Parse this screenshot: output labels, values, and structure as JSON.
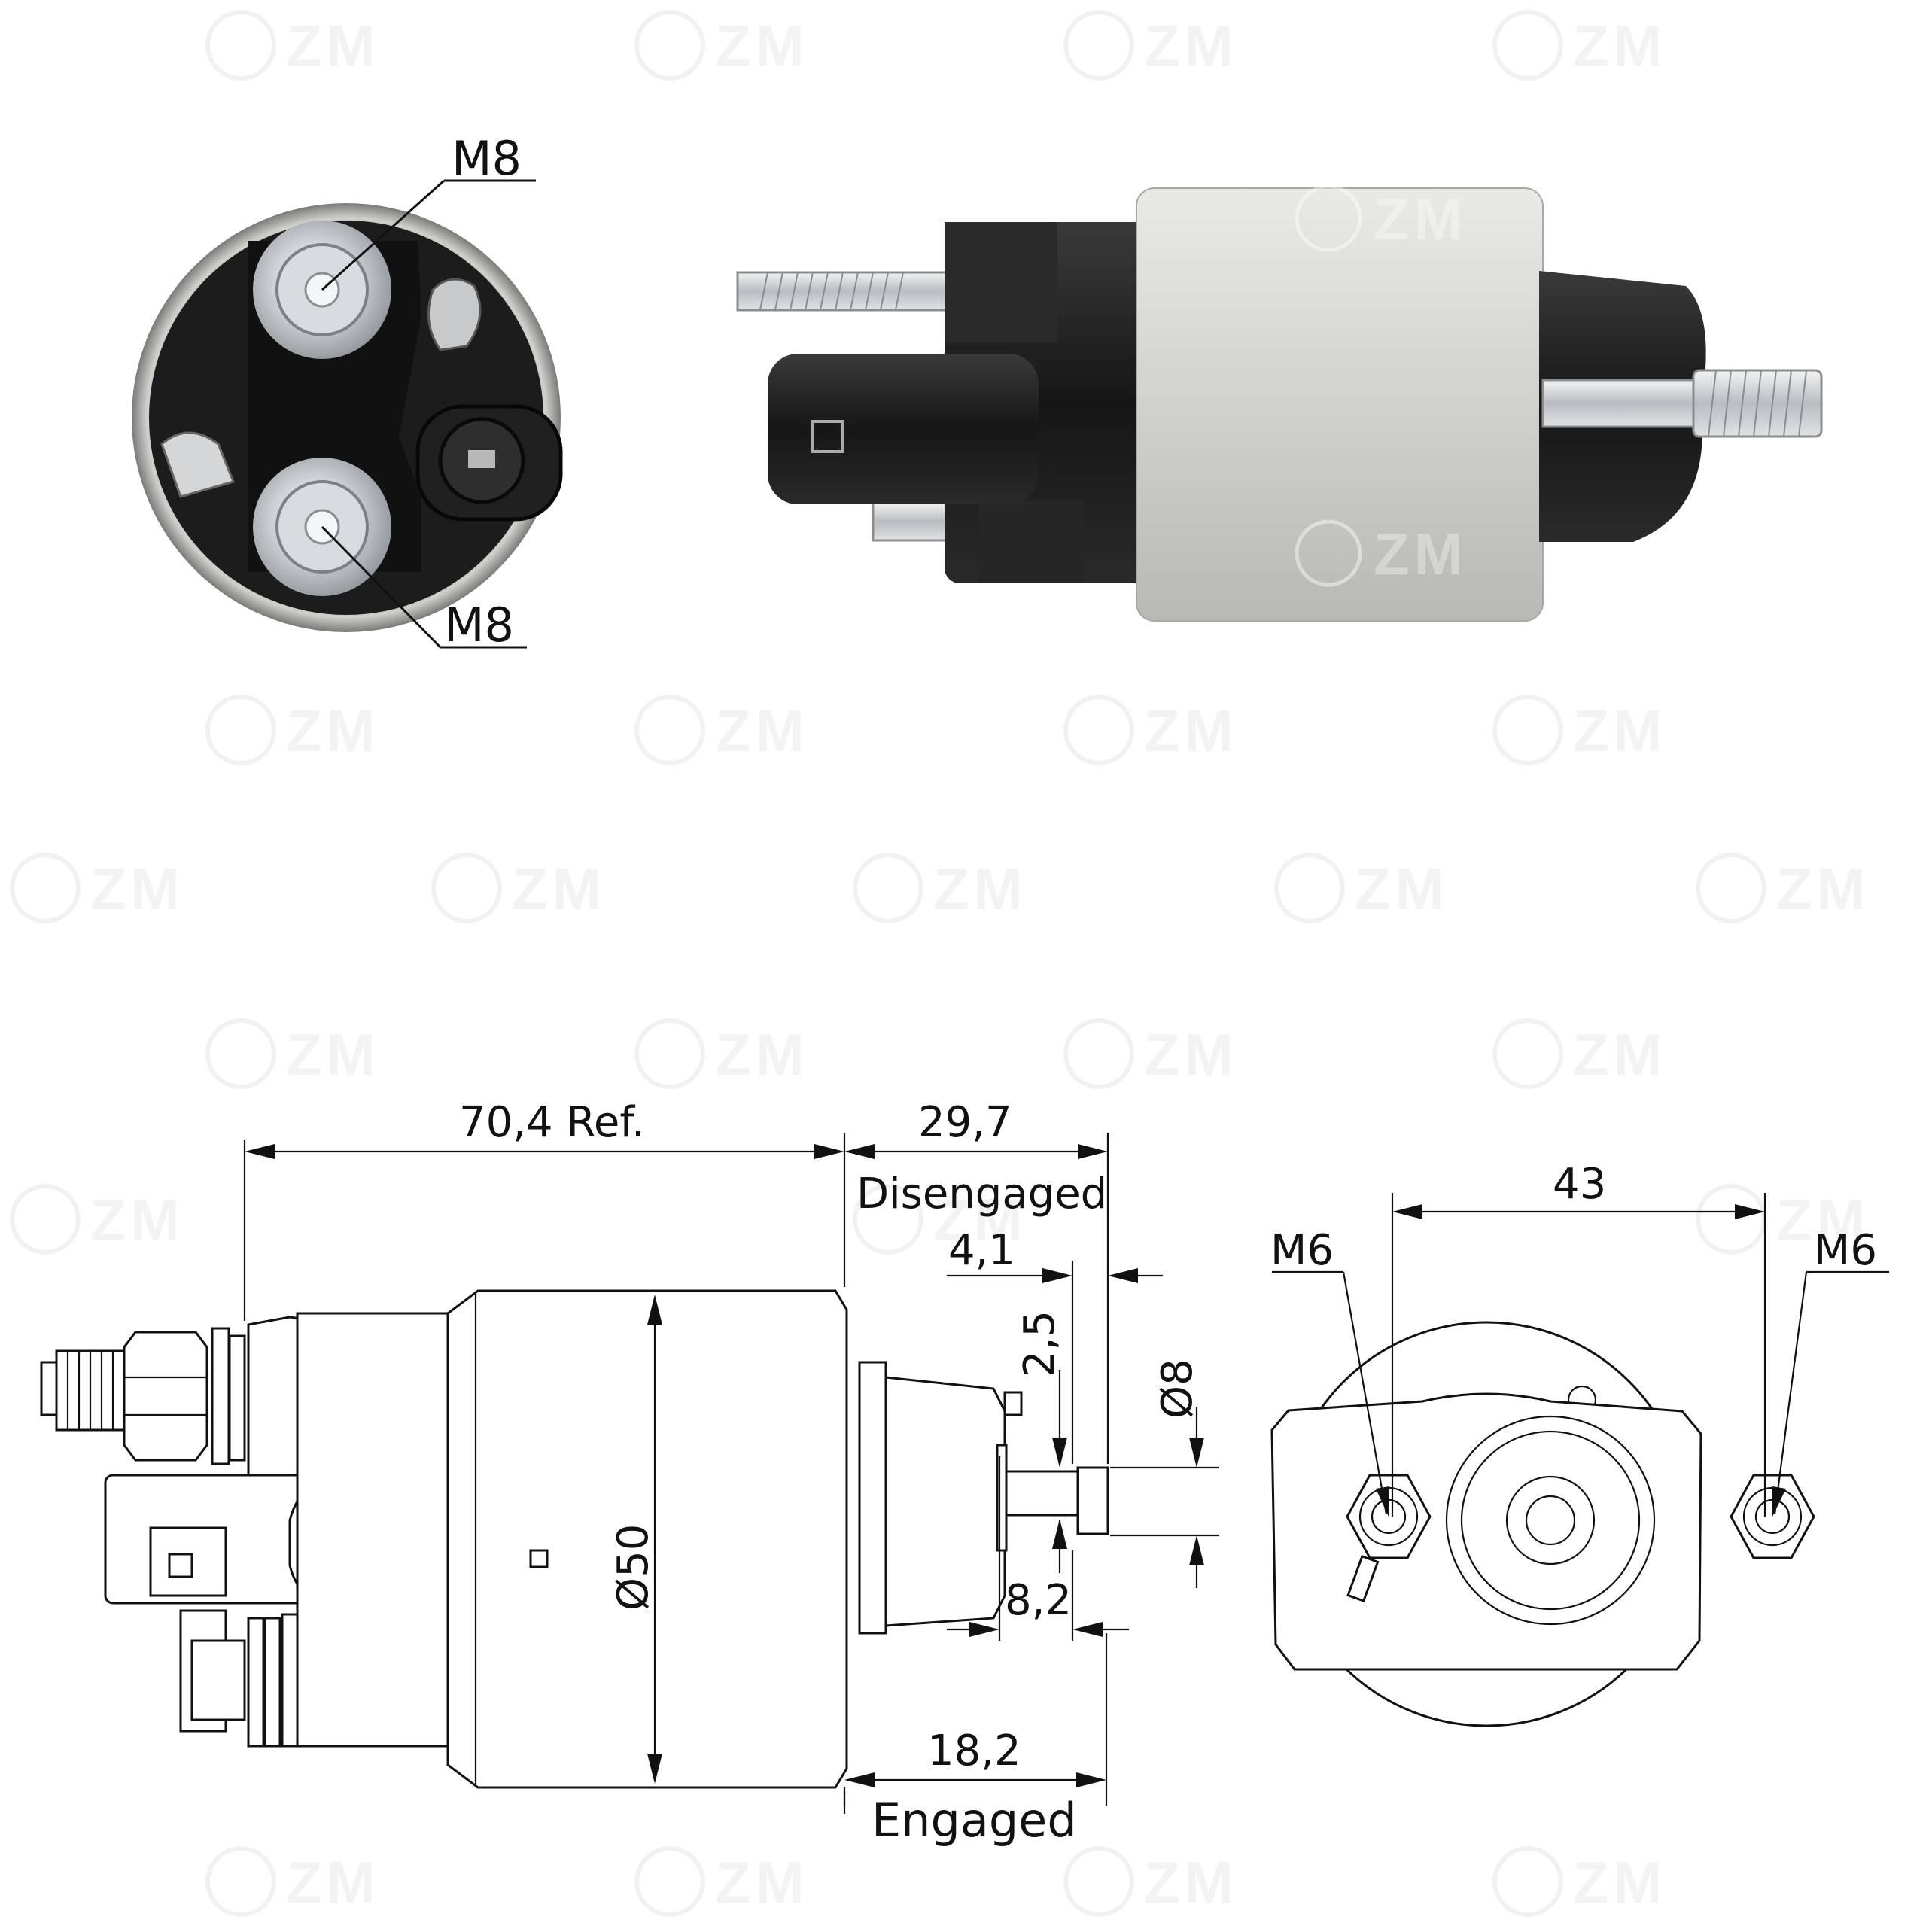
{
  "watermark": {
    "brand": "ZM"
  },
  "photo_labels": {
    "top_terminal": "M8",
    "bottom_terminal": "M8"
  },
  "dimensions": {
    "overall_length": "70,4 Ref.",
    "disengaged_length": "29,7",
    "disengaged_label": "Disengaged",
    "plunger_stroke": "4,1",
    "plunger_gap": "2,5",
    "plunger_diameter": "Ø8",
    "body_diameter": "Ø50",
    "plunger_offset": "8,2",
    "engaged_length": "18,2",
    "engaged_label": "Engaged",
    "mount_spacing": "43",
    "left_thread": "M6",
    "right_thread": "M6"
  },
  "colors": {
    "line": "#111111",
    "housing_silver": "#d6d6d3",
    "body_black": "#1b1b1b",
    "zinc": "#c9ccd0"
  }
}
